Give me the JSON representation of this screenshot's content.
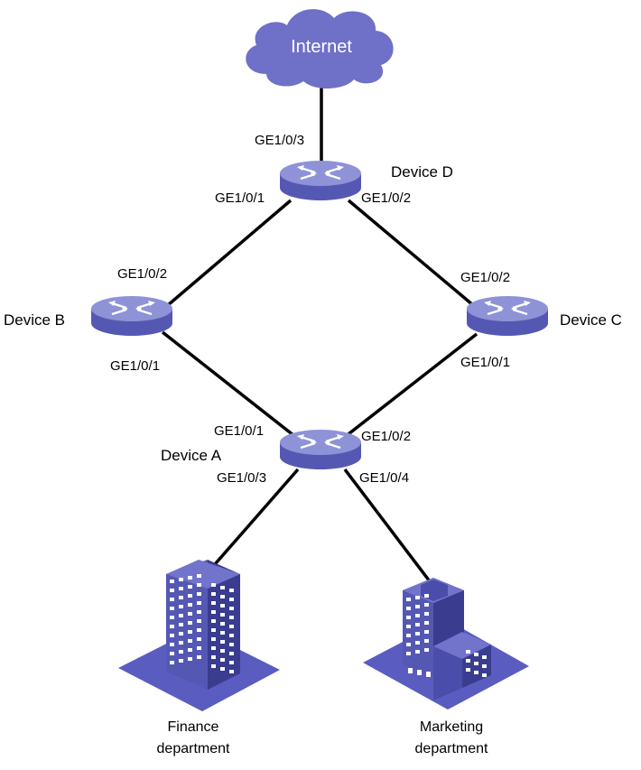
{
  "cloud": {
    "label": "Internet",
    "color": "#6f70c8"
  },
  "devices": {
    "d": {
      "name": "Device D"
    },
    "b": {
      "name": "Device B"
    },
    "c": {
      "name": "Device C"
    },
    "a": {
      "name": "Device A"
    }
  },
  "ports": {
    "d_ge3": "GE1/0/3",
    "d_ge1": "GE1/0/1",
    "d_ge2": "GE1/0/2",
    "b_ge2": "GE1/0/2",
    "b_ge1": "GE1/0/1",
    "c_ge2": "GE1/0/2",
    "c_ge1": "GE1/0/1",
    "a_ge1": "GE1/0/1",
    "a_ge2": "GE1/0/2",
    "a_ge3": "GE1/0/3",
    "a_ge4": "GE1/0/4"
  },
  "buildings": {
    "finance": {
      "line1": "Finance",
      "line2": "department"
    },
    "marketing": {
      "line1": "Marketing",
      "line2": "department"
    }
  },
  "colors": {
    "router_top": "#8e92d6",
    "router_side": "#5558b3",
    "building_face": "#4b4dab",
    "building_dark": "#3a3c8f",
    "ground": "#5a5cc0"
  },
  "icons": [
    "cloud-icon",
    "router-icon",
    "building-icon"
  ]
}
